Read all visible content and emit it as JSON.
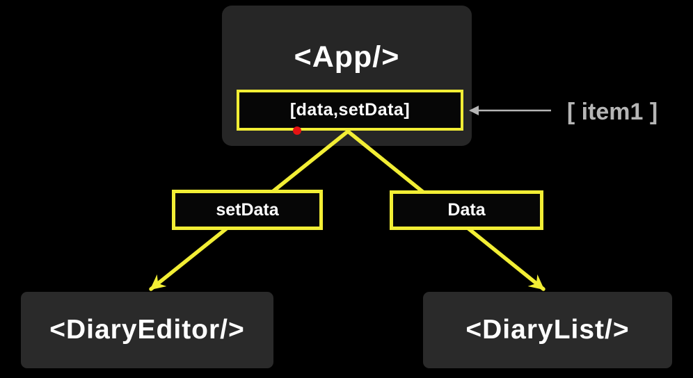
{
  "colors": {
    "background": "#000000",
    "panel": "#262626",
    "leaf-panel": "#2a2a2a",
    "accent-yellow": "#f2ee35",
    "gray-arrow": "#b5b5b5",
    "red-dot": "#e51313",
    "text": "#ffffff"
  },
  "nodes": {
    "app": {
      "label": "<App/>"
    },
    "state": {
      "label": "[data,setData]"
    },
    "setData": {
      "label": "setData"
    },
    "data": {
      "label": "Data"
    },
    "diaryEditor": {
      "label": "<DiaryEditor/>"
    },
    "diaryList": {
      "label": "<DiaryList/>"
    }
  },
  "annotation": {
    "label": "[ item1 ]"
  },
  "edges": [
    {
      "from": "state",
      "to": "setData",
      "then": "diaryEditor",
      "style": "yellow-arrow"
    },
    {
      "from": "state",
      "to": "data",
      "then": "diaryList",
      "style": "yellow-arrow"
    },
    {
      "from": "item1",
      "to": "state",
      "style": "gray-arrow"
    }
  ]
}
